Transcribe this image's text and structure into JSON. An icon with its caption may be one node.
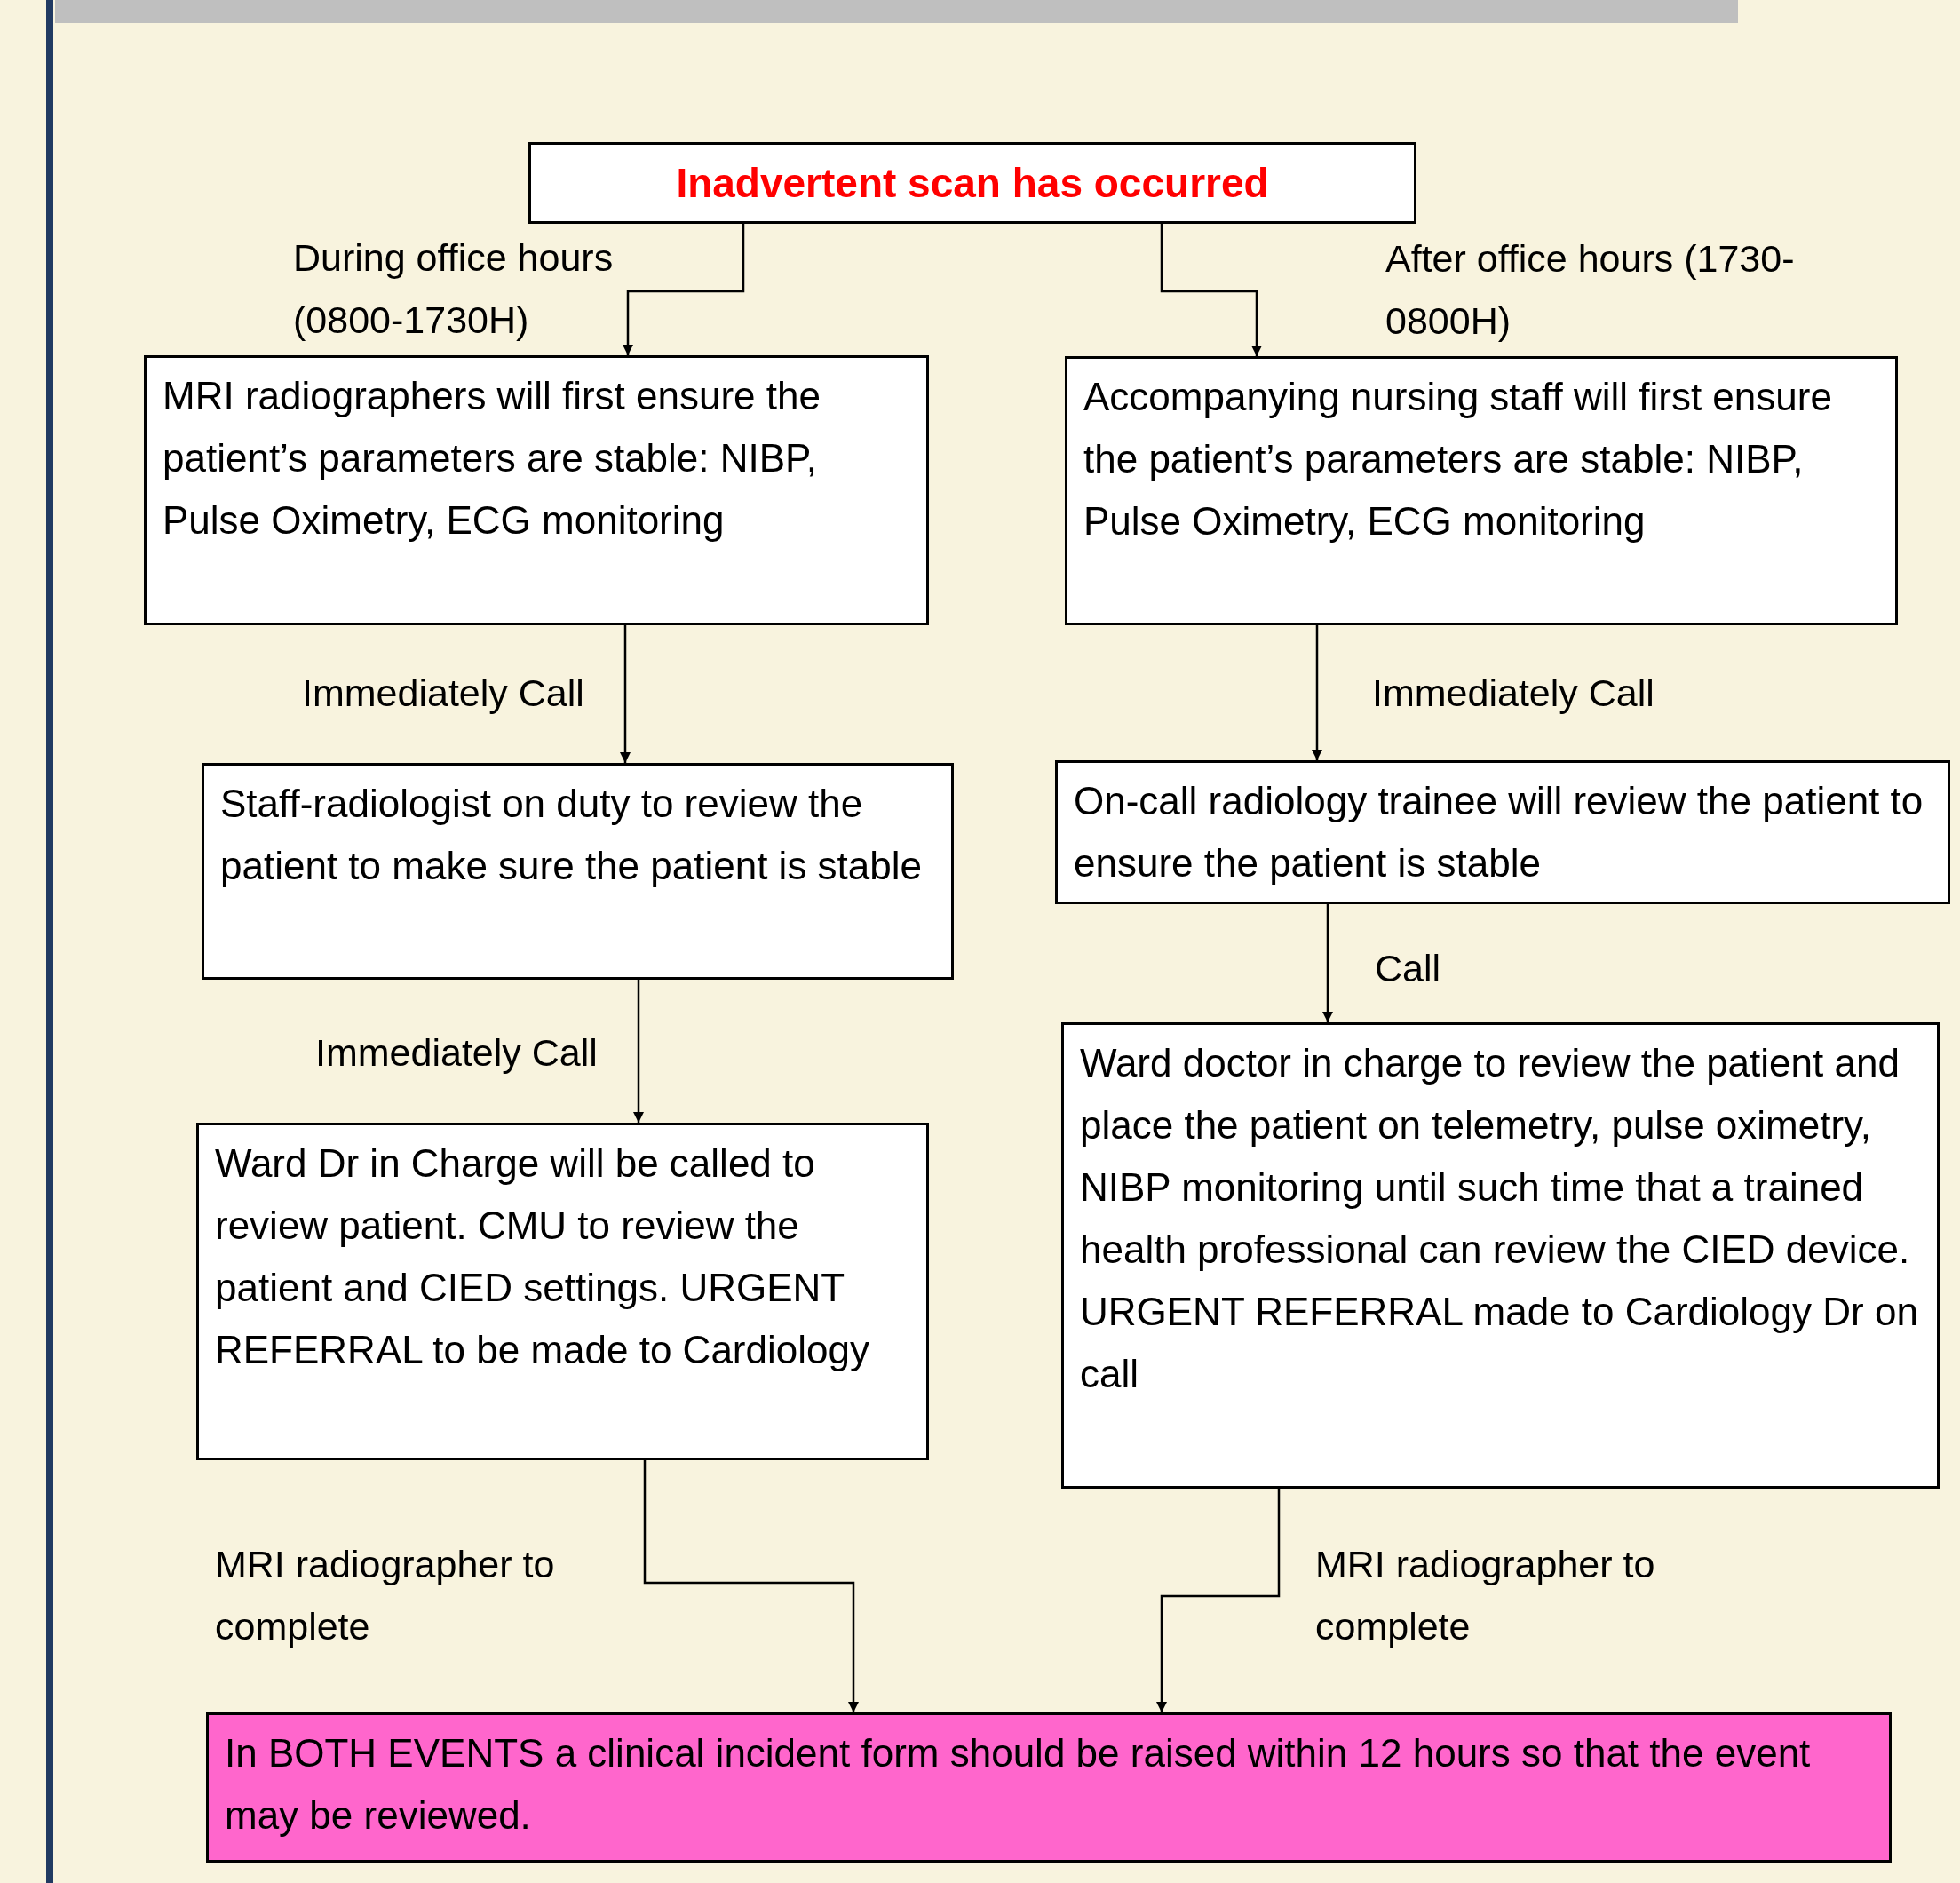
{
  "diagram": {
    "nodes": [
      {
        "text": [
          "Inadvertent scan has occurred"
        ]
      },
      {
        "text": [
          "MRI radiographers will first ensure the patient’s parameters are stable: NIBP, Pulse Oximetry, ECG monitoring"
        ]
      },
      {
        "text": [
          "Accompanying nursing staff will first ensure the patient’s parameters are stable: NIBP, Pulse Oximetry, ECG monitoring"
        ]
      },
      {
        "text": [
          "Staff-radiologist on duty to review the patient to make sure the patient is stable"
        ]
      },
      {
        "text": [
          "On-call radiology trainee will review the patient to ensure the patient is stable"
        ]
      },
      {
        "text": [
          "Ward Dr in Charge will be called to review patient. CMU to review the patient and CIED settings. URGENT REFERRAL to be made to Cardiology"
        ]
      },
      {
        "text": [
          "Ward doctor in charge to review the patient and place the patient on telemetry, pulse oximetry, NIBP monitoring until such time that a trained health professional can review the CIED device. URGENT REFERRAL made to Cardiology Dr on call"
        ]
      },
      {
        "text": [
          "In BOTH EVENTS a clinical incident form should be raised within 12 hours so that the event may be reviewed."
        ]
      }
    ],
    "edges": [
      {
        "from": 0,
        "to": 1,
        "arrow": "to",
        "label": "During office hours (0800-1730H)"
      },
      {
        "from": 0,
        "to": 2,
        "arrow": "to",
        "label": "After office hours (1730-0800H)"
      },
      {
        "from": 1,
        "to": 3,
        "arrow": "to",
        "label": "Immediately Call"
      },
      {
        "from": 2,
        "to": 4,
        "arrow": "to",
        "label": "Immediately Call"
      },
      {
        "from": 3,
        "to": 5,
        "arrow": "to",
        "label": "Immediately Call"
      },
      {
        "from": 4,
        "to": 6,
        "arrow": "to",
        "label": "Call"
      },
      {
        "from": 5,
        "to": 7,
        "arrow": "to",
        "label": "MRI radiographer to complete"
      },
      {
        "from": 6,
        "to": 7,
        "arrow": "to",
        "label": "MRI radiographer to complete"
      }
    ]
  }
}
